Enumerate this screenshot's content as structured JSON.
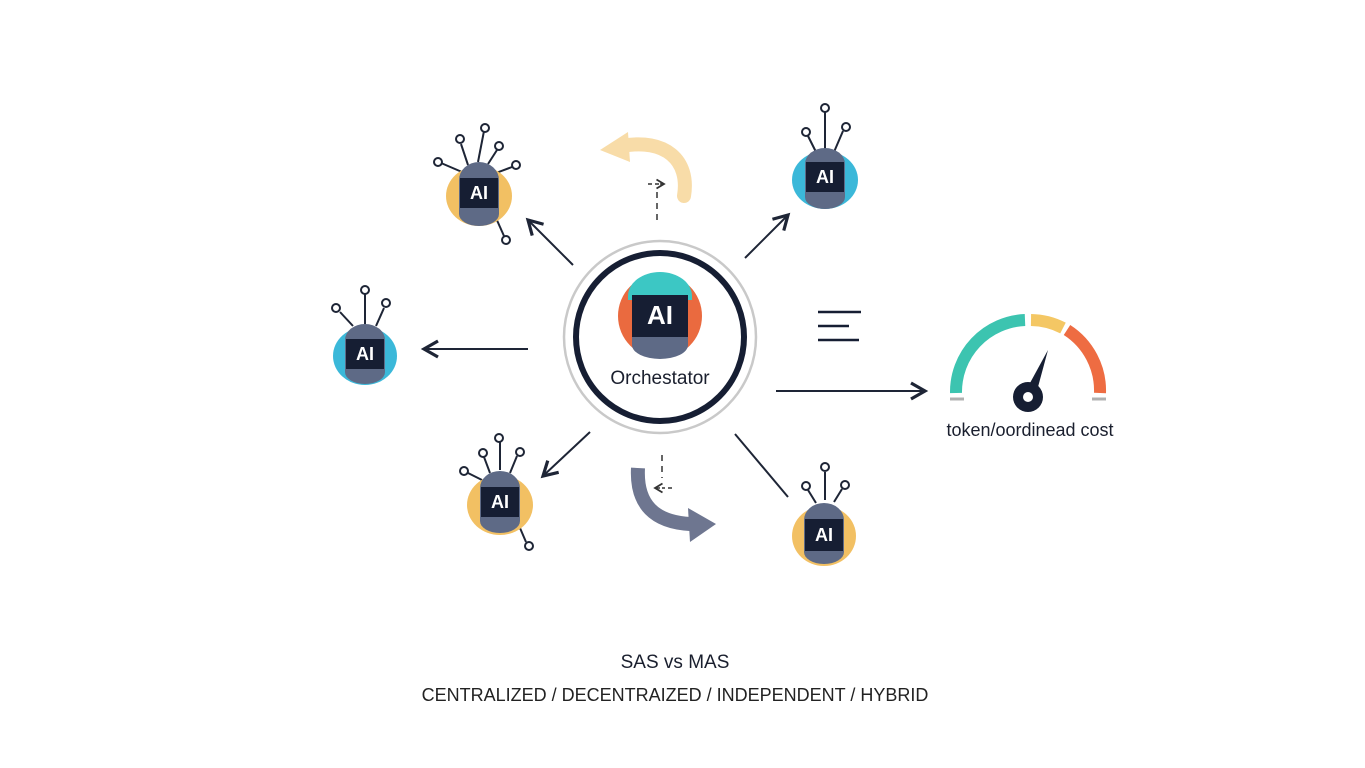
{
  "orchestrator": {
    "badge": "AI",
    "label": "Orchestator",
    "colors": {
      "top": "#3cc7c4",
      "back": "#ea6a3f",
      "core": "#161e33",
      "bottom": "#5e6a86",
      "ring": "#161e33",
      "outer_ring": "#c7c7c7"
    }
  },
  "agents": [
    {
      "id": "agent-top-left",
      "badge": "AI",
      "accent": "#f2c063",
      "position": "top-left"
    },
    {
      "id": "agent-top-right",
      "badge": "AI",
      "accent": "#3bb8d9",
      "position": "top-right"
    },
    {
      "id": "agent-left",
      "badge": "AI",
      "accent": "#3bb8d9",
      "position": "left"
    },
    {
      "id": "agent-bottom-left",
      "badge": "AI",
      "accent": "#f2c063",
      "position": "bottom-left"
    },
    {
      "id": "agent-bottom-right",
      "badge": "AI",
      "accent": "#f2c063",
      "position": "bottom-right"
    }
  ],
  "gauge": {
    "label": "token/oordinead cost",
    "segments": [
      {
        "color": "#3cc4b0"
      },
      {
        "color": "#f4c764"
      },
      {
        "color": "#ee6c42"
      }
    ]
  },
  "legend_icon": "menu-lines-icon",
  "footer": {
    "title": "SAS vs MAS",
    "subtitle": "CENTRALIZED / DECENTRAIZED / INDEPENDENT / HYBRID"
  }
}
